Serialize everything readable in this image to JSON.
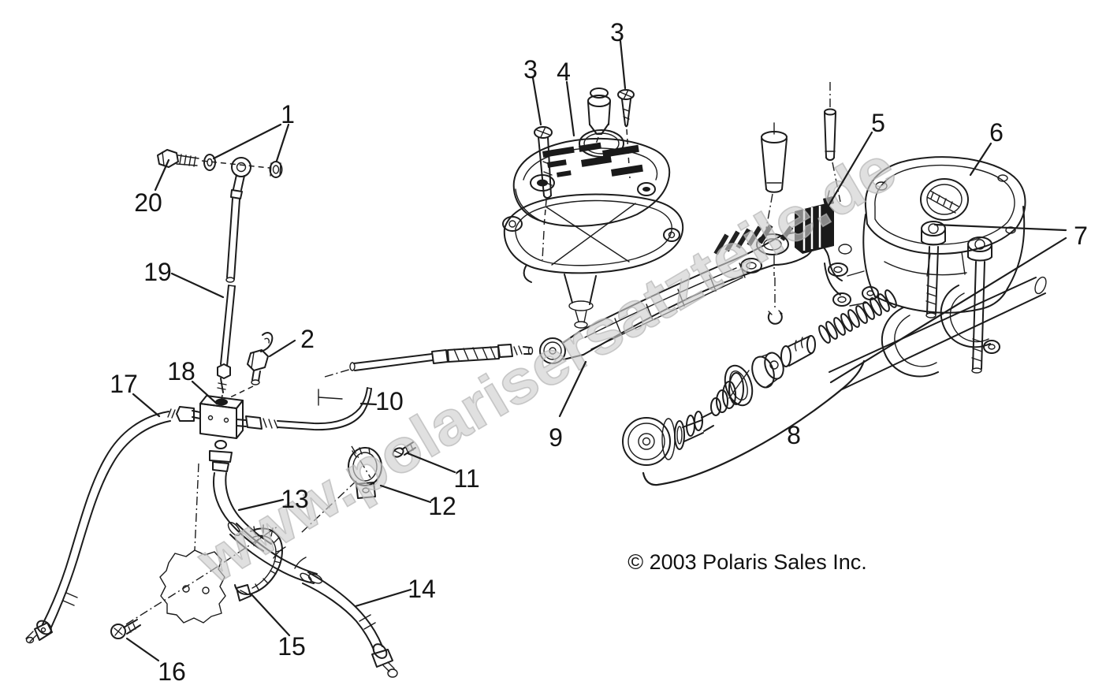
{
  "diagram": {
    "watermark": "www.polarisersatzteile.de",
    "copyright": "© 2003 Polaris Sales Inc.",
    "colors": {
      "background": "#ffffff",
      "line": "#1c1c1c",
      "watermark": "#cdcdcd"
    },
    "callouts": [
      {
        "label": "1"
      },
      {
        "label": "2"
      },
      {
        "label": "3"
      },
      {
        "label": "3"
      },
      {
        "label": "4"
      },
      {
        "label": "5"
      },
      {
        "label": "6"
      },
      {
        "label": "7"
      },
      {
        "label": "8"
      },
      {
        "label": "9"
      },
      {
        "label": "10"
      },
      {
        "label": "11"
      },
      {
        "label": "12"
      },
      {
        "label": "13"
      },
      {
        "label": "14"
      },
      {
        "label": "15"
      },
      {
        "label": "16"
      },
      {
        "label": "17"
      },
      {
        "label": "18"
      },
      {
        "label": "19"
      },
      {
        "label": "20"
      }
    ]
  }
}
